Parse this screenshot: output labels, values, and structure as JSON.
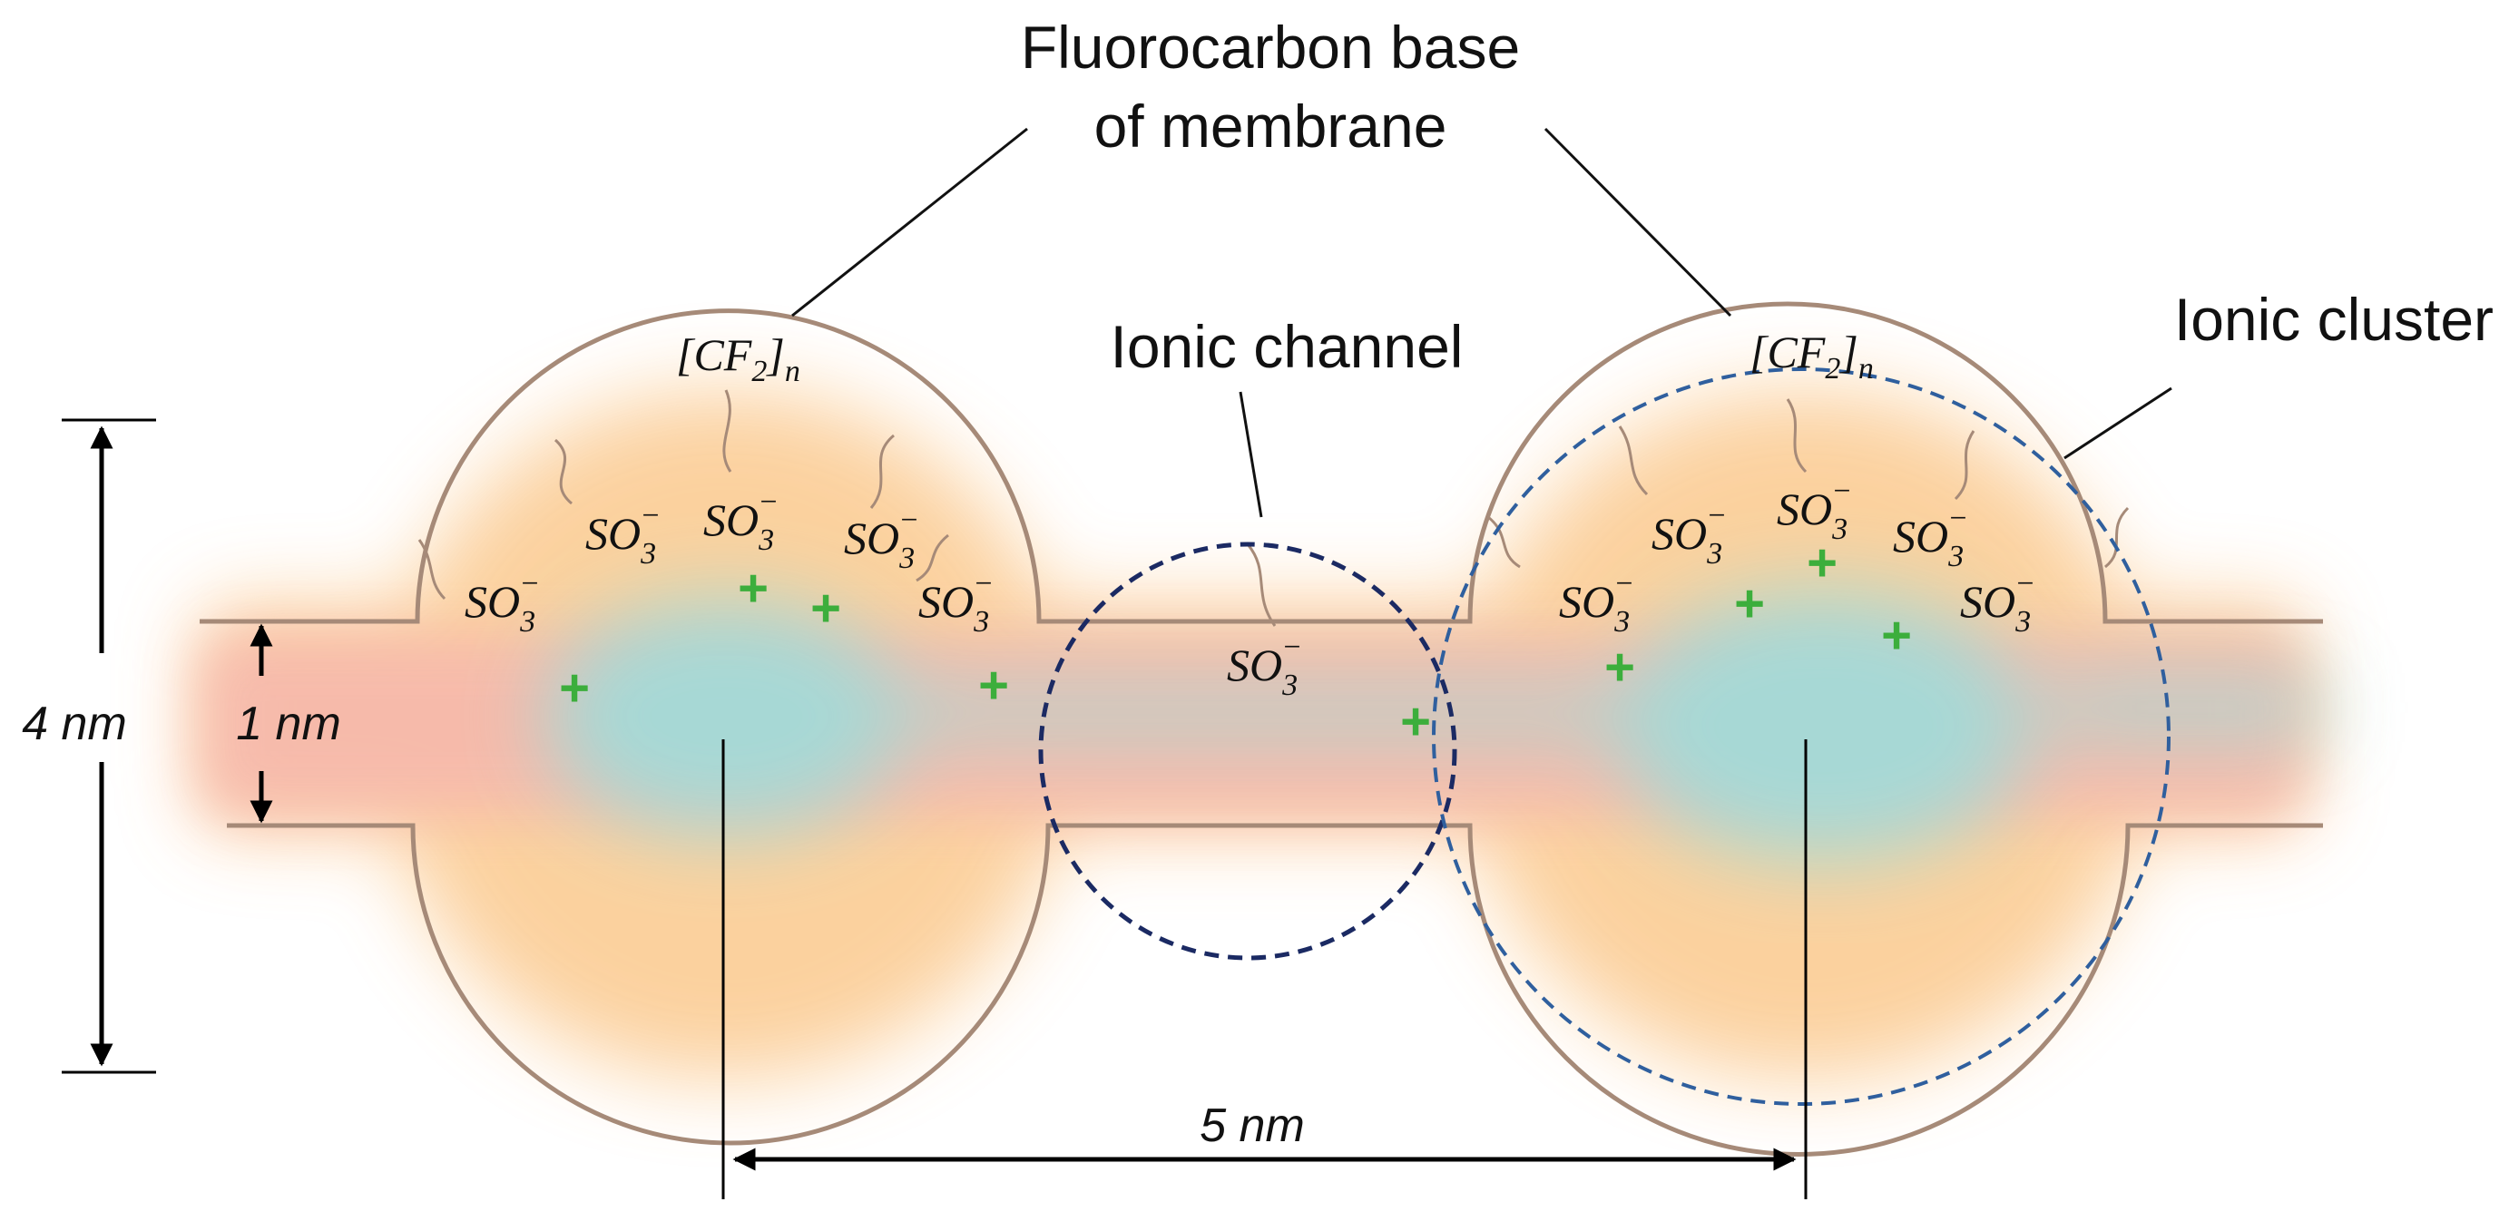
{
  "labels": {
    "fluorocarbon_line1": "Fluorocarbon base",
    "fluorocarbon_line2": "of membrane",
    "cf2_base": "[CF",
    "cf2_sub": "2",
    "cf2_close": "]",
    "cf2_index": "n",
    "ionic_channel": "Ionic channel",
    "ionic_cluster": "Ionic cluster"
  },
  "sulfonate": {
    "base": "SO",
    "sub": "3",
    "sup": "−"
  },
  "cation_symbol": "+",
  "dimensions": {
    "cluster_height": "4 nm",
    "channel_width": "1 nm",
    "cluster_spacing": "5 nm"
  },
  "colors": {
    "membrane_outline": "#a68a78",
    "fluorocarbon_glow": "#fbc98e",
    "water_core": "#9fdcda",
    "channel_pink": "#f6b7ad",
    "cation": "#3cae3c",
    "channel_circle": "#1b2a63",
    "cluster_circle": "#2f5f9e",
    "arrow": "#000000"
  }
}
